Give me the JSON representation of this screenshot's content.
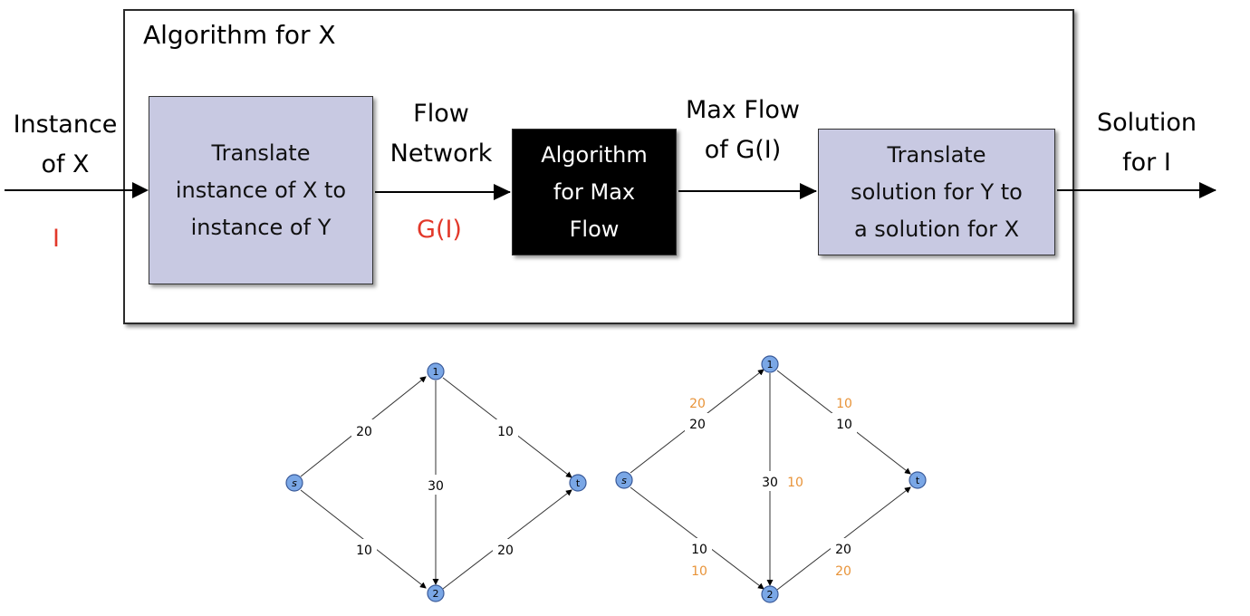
{
  "diagram": {
    "title": "Algorithm for X",
    "input": {
      "line1": "Instance",
      "line2": "of X",
      "symbol": "I"
    },
    "box1": {
      "line1": "Translate",
      "line2": "instance of X to",
      "line3": "instance of Y"
    },
    "edge1": {
      "line1": "Flow",
      "line2": "Network",
      "symbol": "G(I)"
    },
    "box2": {
      "line1": "Algorithm",
      "line2": "for Max",
      "line3": "Flow"
    },
    "edge2": {
      "line1": "Max Flow",
      "line2": "of G(I)"
    },
    "box3": {
      "line1": "Translate",
      "line2": "solution for Y to",
      "line3": "a solution for X"
    },
    "output": {
      "line1": "Solution",
      "line2": "for I"
    }
  },
  "graphs": [
    {
      "nodes": {
        "s": "s",
        "n1": "1",
        "n2": "2",
        "t": "t"
      },
      "edges": [
        {
          "from": "s",
          "to": "1",
          "capacity": "20"
        },
        {
          "from": "1",
          "to": "t",
          "capacity": "10"
        },
        {
          "from": "1",
          "to": "2",
          "capacity": "30"
        },
        {
          "from": "s",
          "to": "2",
          "capacity": "10"
        },
        {
          "from": "2",
          "to": "t",
          "capacity": "20"
        }
      ]
    },
    {
      "nodes": {
        "s": "s",
        "n1": "1",
        "n2": "2",
        "t": "t"
      },
      "edges": [
        {
          "from": "s",
          "to": "1",
          "capacity": "20",
          "flow": "20"
        },
        {
          "from": "1",
          "to": "t",
          "capacity": "10",
          "flow": "10"
        },
        {
          "from": "1",
          "to": "2",
          "capacity": "30",
          "flow": "10"
        },
        {
          "from": "s",
          "to": "2",
          "capacity": "10",
          "flow": "10"
        },
        {
          "from": "2",
          "to": "t",
          "capacity": "20",
          "flow": "20"
        }
      ]
    }
  ],
  "colors": {
    "node_fill": "#7aa7e6",
    "flow_text": "#e89338",
    "highlight_red": "#e2382a",
    "box_fill": "#c8c9e2",
    "dark_box": "#000000"
  }
}
